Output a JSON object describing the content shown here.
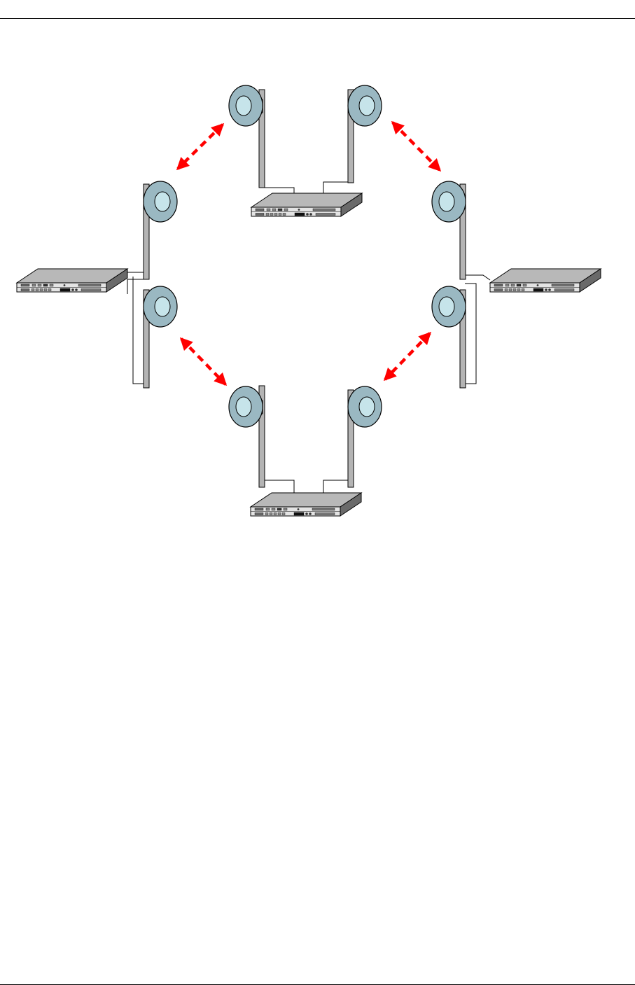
{
  "diagram": {
    "kind": "wireless ring network",
    "nodes": [
      {
        "id": "server-top",
        "kind": "rack-server",
        "antennas": [
          "ant-top-left",
          "ant-top-right"
        ]
      },
      {
        "id": "server-right",
        "kind": "rack-server",
        "antennas": [
          "ant-right-upper",
          "ant-right-lower"
        ]
      },
      {
        "id": "server-bottom",
        "kind": "rack-server",
        "antennas": [
          "ant-bottom-left",
          "ant-bottom-right"
        ]
      },
      {
        "id": "server-left",
        "kind": "rack-server",
        "antennas": [
          "ant-left-upper",
          "ant-left-lower"
        ]
      }
    ],
    "links": [
      {
        "from": "ant-top-left",
        "to": "ant-left-upper",
        "style": "dashed-double-arrow"
      },
      {
        "from": "ant-top-right",
        "to": "ant-right-upper",
        "style": "dashed-double-arrow"
      },
      {
        "from": "ant-left-lower",
        "to": "ant-bottom-left",
        "style": "dashed-double-arrow"
      },
      {
        "from": "ant-right-lower",
        "to": "ant-bottom-right",
        "style": "dashed-double-arrow"
      }
    ]
  },
  "colors": {
    "link": "#ff0000",
    "dish": "#9ab8c2",
    "dish_center": "#c6e4ea",
    "mast": "#b4b4b4",
    "server_top": "#b8b8b8",
    "server_front": "#e4e4e4",
    "server_side": "#6a6a6a",
    "rule": "#000000"
  },
  "icons": {
    "antenna": "dish-antenna-icon",
    "server": "rack-server-icon"
  }
}
